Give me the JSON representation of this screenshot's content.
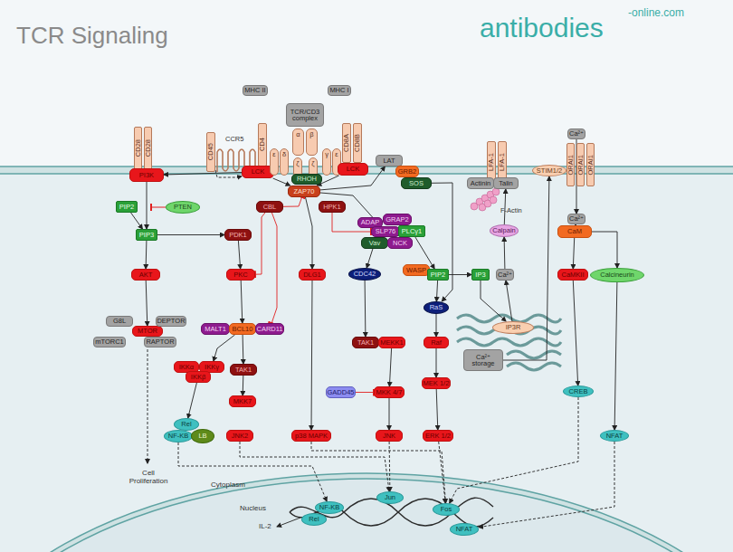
{
  "diagram": {
    "title": "TCR Signaling",
    "nodes": [
      {
        "text": [
          "CD28"
        ]
      },
      {
        "text": [
          "CD28"
        ]
      },
      {
        "text": [
          "PI3K"
        ]
      },
      {
        "text": [
          "CD45"
        ]
      },
      {
        "text": [
          "CD4"
        ]
      },
      {
        "text": [
          "LCK"
        ]
      },
      {
        "text": [
          "MHC II"
        ]
      },
      {
        "text": [
          "MHC I"
        ]
      },
      {
        "text": [
          "TCR/CD3 complex"
        ]
      },
      {
        "text": [
          "α"
        ]
      },
      {
        "text": [
          "β"
        ]
      },
      {
        "text": [
          "ε"
        ]
      },
      {
        "text": [
          "δ"
        ]
      },
      {
        "text": [
          "ζ"
        ]
      },
      {
        "text": [
          "ζ"
        ]
      },
      {
        "text": [
          "γ"
        ]
      },
      {
        "text": [
          "ε"
        ]
      },
      {
        "text": [
          "CD8A"
        ]
      },
      {
        "text": [
          "CD8B"
        ]
      },
      {
        "text": [
          "LCK"
        ]
      },
      {
        "text": [
          "RHOH"
        ]
      },
      {
        "text": [
          "ZAP70"
        ]
      },
      {
        "text": [
          "LAT"
        ]
      },
      {
        "text": [
          "GRB2"
        ]
      },
      {
        "text": [
          "SOS"
        ]
      },
      {
        "text": [
          "LFA-1"
        ]
      },
      {
        "text": [
          "LFA-1"
        ]
      },
      {
        "text": [
          "Actinin"
        ]
      },
      {
        "text": [
          "Talin"
        ]
      },
      {
        "text": [
          "STIM1/2"
        ]
      },
      {
        "text": [
          "ORAI1"
        ]
      },
      {
        "text": [
          "ORAI1"
        ]
      },
      {
        "text": [
          "ORAI1"
        ]
      },
      {
        "text": [
          "Ca²⁺"
        ]
      },
      {
        "text": [
          "Ca²⁺"
        ]
      },
      {
        "text": [
          "CaM"
        ]
      },
      {
        "text": [
          "PIP2"
        ]
      },
      {
        "text": [
          "PTEN"
        ]
      },
      {
        "text": [
          "PIP3"
        ]
      },
      {
        "text": [
          "PDK1"
        ]
      },
      {
        "text": [
          "CBL"
        ]
      },
      {
        "text": [
          "HPK1"
        ]
      },
      {
        "text": [
          "ADAP"
        ]
      },
      {
        "text": [
          "GRAP2"
        ]
      },
      {
        "text": [
          "SLP76"
        ]
      },
      {
        "text": [
          "PLCγ1"
        ]
      },
      {
        "text": [
          "Vav"
        ]
      },
      {
        "text": [
          "NCK"
        ]
      },
      {
        "text": [
          "Calpain"
        ]
      },
      {
        "text": [
          "AKT"
        ]
      },
      {
        "text": [
          "PKC"
        ]
      },
      {
        "text": [
          "DLG1"
        ]
      },
      {
        "text": [
          "CDC42"
        ]
      },
      {
        "text": [
          "WASP"
        ]
      },
      {
        "text": [
          "PIP2"
        ]
      },
      {
        "text": [
          "IP3"
        ]
      },
      {
        "text": [
          "Ca²⁺"
        ]
      },
      {
        "text": [
          "CaMKII"
        ]
      },
      {
        "text": [
          "Calcineurin"
        ]
      },
      {
        "text": [
          "RaS"
        ]
      },
      {
        "text": [
          "G8L"
        ]
      },
      {
        "text": [
          "MTOR"
        ]
      },
      {
        "text": [
          "DEPTOR"
        ]
      },
      {
        "text": [
          "mTORC1"
        ]
      },
      {
        "text": [
          "RAPTOR"
        ]
      },
      {
        "text": [
          "MALT1"
        ]
      },
      {
        "text": [
          "BCL10"
        ]
      },
      {
        "text": [
          "CARD11"
        ]
      },
      {
        "text": [
          "IP3R"
        ]
      },
      {
        "text": [
          "TAK1"
        ]
      },
      {
        "text": [
          "MEKK1"
        ]
      },
      {
        "text": [
          "Raf"
        ]
      },
      {
        "text": [
          "Ca²⁺ storage"
        ]
      },
      {
        "text": [
          "IKKα"
        ]
      },
      {
        "text": [
          "IKKγ"
        ]
      },
      {
        "text": [
          "IKKβ"
        ]
      },
      {
        "text": [
          "TAK1"
        ]
      },
      {
        "text": [
          "MKK7"
        ]
      },
      {
        "text": [
          "GADD45"
        ]
      },
      {
        "text": [
          "MKK 4/7"
        ]
      },
      {
        "text": [
          "MEK 1/2"
        ]
      },
      {
        "text": [
          "CREB"
        ]
      },
      {
        "text": [
          "Rel"
        ]
      },
      {
        "text": [
          "NF-KB"
        ]
      },
      {
        "text": [
          "LB"
        ]
      },
      {
        "text": [
          "JNK2"
        ]
      },
      {
        "text": [
          "p38 MAPK"
        ]
      },
      {
        "text": [
          "JNK"
        ]
      },
      {
        "text": [
          "ERK 1/2"
        ]
      },
      {
        "text": [
          "NFAT"
        ]
      },
      {
        "text": [
          "Rel"
        ]
      },
      {
        "text": [
          "NF-KB"
        ]
      },
      {
        "text": [
          "Jun"
        ]
      },
      {
        "text": [
          "Fos"
        ]
      },
      {
        "text": [
          "NFAT"
        ]
      }
    ],
    "edges": [
      {
        "from": 3,
        "to": 5,
        "arrow": "to"
      },
      {
        "from": 5,
        "to": 2,
        "arrow": "to"
      },
      {
        "from": 5,
        "to": 21,
        "arrow": "to"
      },
      {
        "from": 19,
        "to": 21,
        "arrow": "to"
      },
      {
        "from": 21,
        "to": 22,
        "arrow": "to"
      },
      {
        "from": 24,
        "to": 59,
        "arrow": "to"
      },
      {
        "from": 2,
        "to": 38,
        "arrow": "to"
      },
      {
        "from": 36,
        "to": 38,
        "arrow": "to"
      },
      {
        "from": 38,
        "to": 39,
        "arrow": "to"
      },
      {
        "from": 38,
        "to": 49,
        "arrow": "to"
      },
      {
        "from": 39,
        "to": 50,
        "arrow": "to"
      },
      {
        "from": 40,
        "to": 50,
        "arrow": "to"
      },
      {
        "from": 40,
        "to": 67,
        "arrow": "to"
      },
      {
        "from": 40,
        "to": 21,
        "arrow": "to"
      },
      {
        "from": 41,
        "to": 44,
        "arrow": "to"
      },
      {
        "from": 21,
        "to": 44,
        "arrow": "to"
      },
      {
        "from": 21,
        "to": 51,
        "arrow": "to"
      },
      {
        "from": 50,
        "to": 66,
        "arrow": "to"
      },
      {
        "from": 49,
        "to": 61,
        "arrow": "to"
      },
      {
        "from": 66,
        "to": 74,
        "arrow": "to"
      },
      {
        "from": 66,
        "to": 76,
        "arrow": "to"
      },
      {
        "from": 75,
        "to": 82,
        "arrow": "to"
      },
      {
        "from": 76,
        "to": 77,
        "arrow": "to"
      },
      {
        "from": 51,
        "to": 86,
        "arrow": "to"
      },
      {
        "from": 46,
        "to": 52,
        "arrow": "to"
      },
      {
        "from": 52,
        "to": 69,
        "arrow": "to"
      },
      {
        "from": 70,
        "to": 79,
        "arrow": "to"
      },
      {
        "from": 78,
        "to": 79,
        "arrow": "to"
      },
      {
        "from": 79,
        "to": 87,
        "arrow": "to"
      },
      {
        "from": 45,
        "to": 54,
        "arrow": "to"
      },
      {
        "from": 54,
        "to": 55,
        "arrow": "to"
      },
      {
        "from": 54,
        "to": 59,
        "arrow": "to"
      },
      {
        "from": 59,
        "to": 71,
        "arrow": "to"
      },
      {
        "from": 71,
        "to": 80,
        "arrow": "to"
      },
      {
        "from": 80,
        "to": 88,
        "arrow": "to"
      },
      {
        "from": 55,
        "to": 68,
        "arrow": "to"
      },
      {
        "from": 68,
        "to": 56,
        "arrow": "to"
      },
      {
        "from": 56,
        "to": 48,
        "arrow": "to"
      },
      {
        "from": 48,
        "to": 28,
        "arrow": "to"
      },
      {
        "from": 72,
        "to": 29,
        "arrow": "to"
      },
      {
        "from": 33,
        "to": 34,
        "arrow": "to"
      },
      {
        "from": 34,
        "to": 35,
        "arrow": "to"
      },
      {
        "from": 35,
        "to": 57,
        "arrow": "to"
      },
      {
        "from": 35,
        "to": 58,
        "arrow": "to"
      },
      {
        "from": 57,
        "to": 81,
        "arrow": "to"
      },
      {
        "from": 58,
        "to": 89,
        "arrow": "to"
      },
      {
        "from": 83,
        "to": 91,
        "arrow": "to"
      },
      {
        "from": 85,
        "to": 92,
        "arrow": "to"
      },
      {
        "from": 86,
        "to": 93,
        "arrow": "to"
      },
      {
        "from": 87,
        "to": 92,
        "arrow": "to"
      },
      {
        "from": 88,
        "to": 93,
        "arrow": "to"
      },
      {
        "from": 81,
        "to": 93,
        "arrow": "to"
      },
      {
        "from": 89,
        "to": 94,
        "arrow": "to"
      }
    ],
    "labels": [
      "antibodies",
      "-online.com",
      "F-Actin",
      "CCR5",
      "Cell Proliferation",
      "Cytoplasm",
      "Nucleus",
      "IL-2"
    ]
  }
}
